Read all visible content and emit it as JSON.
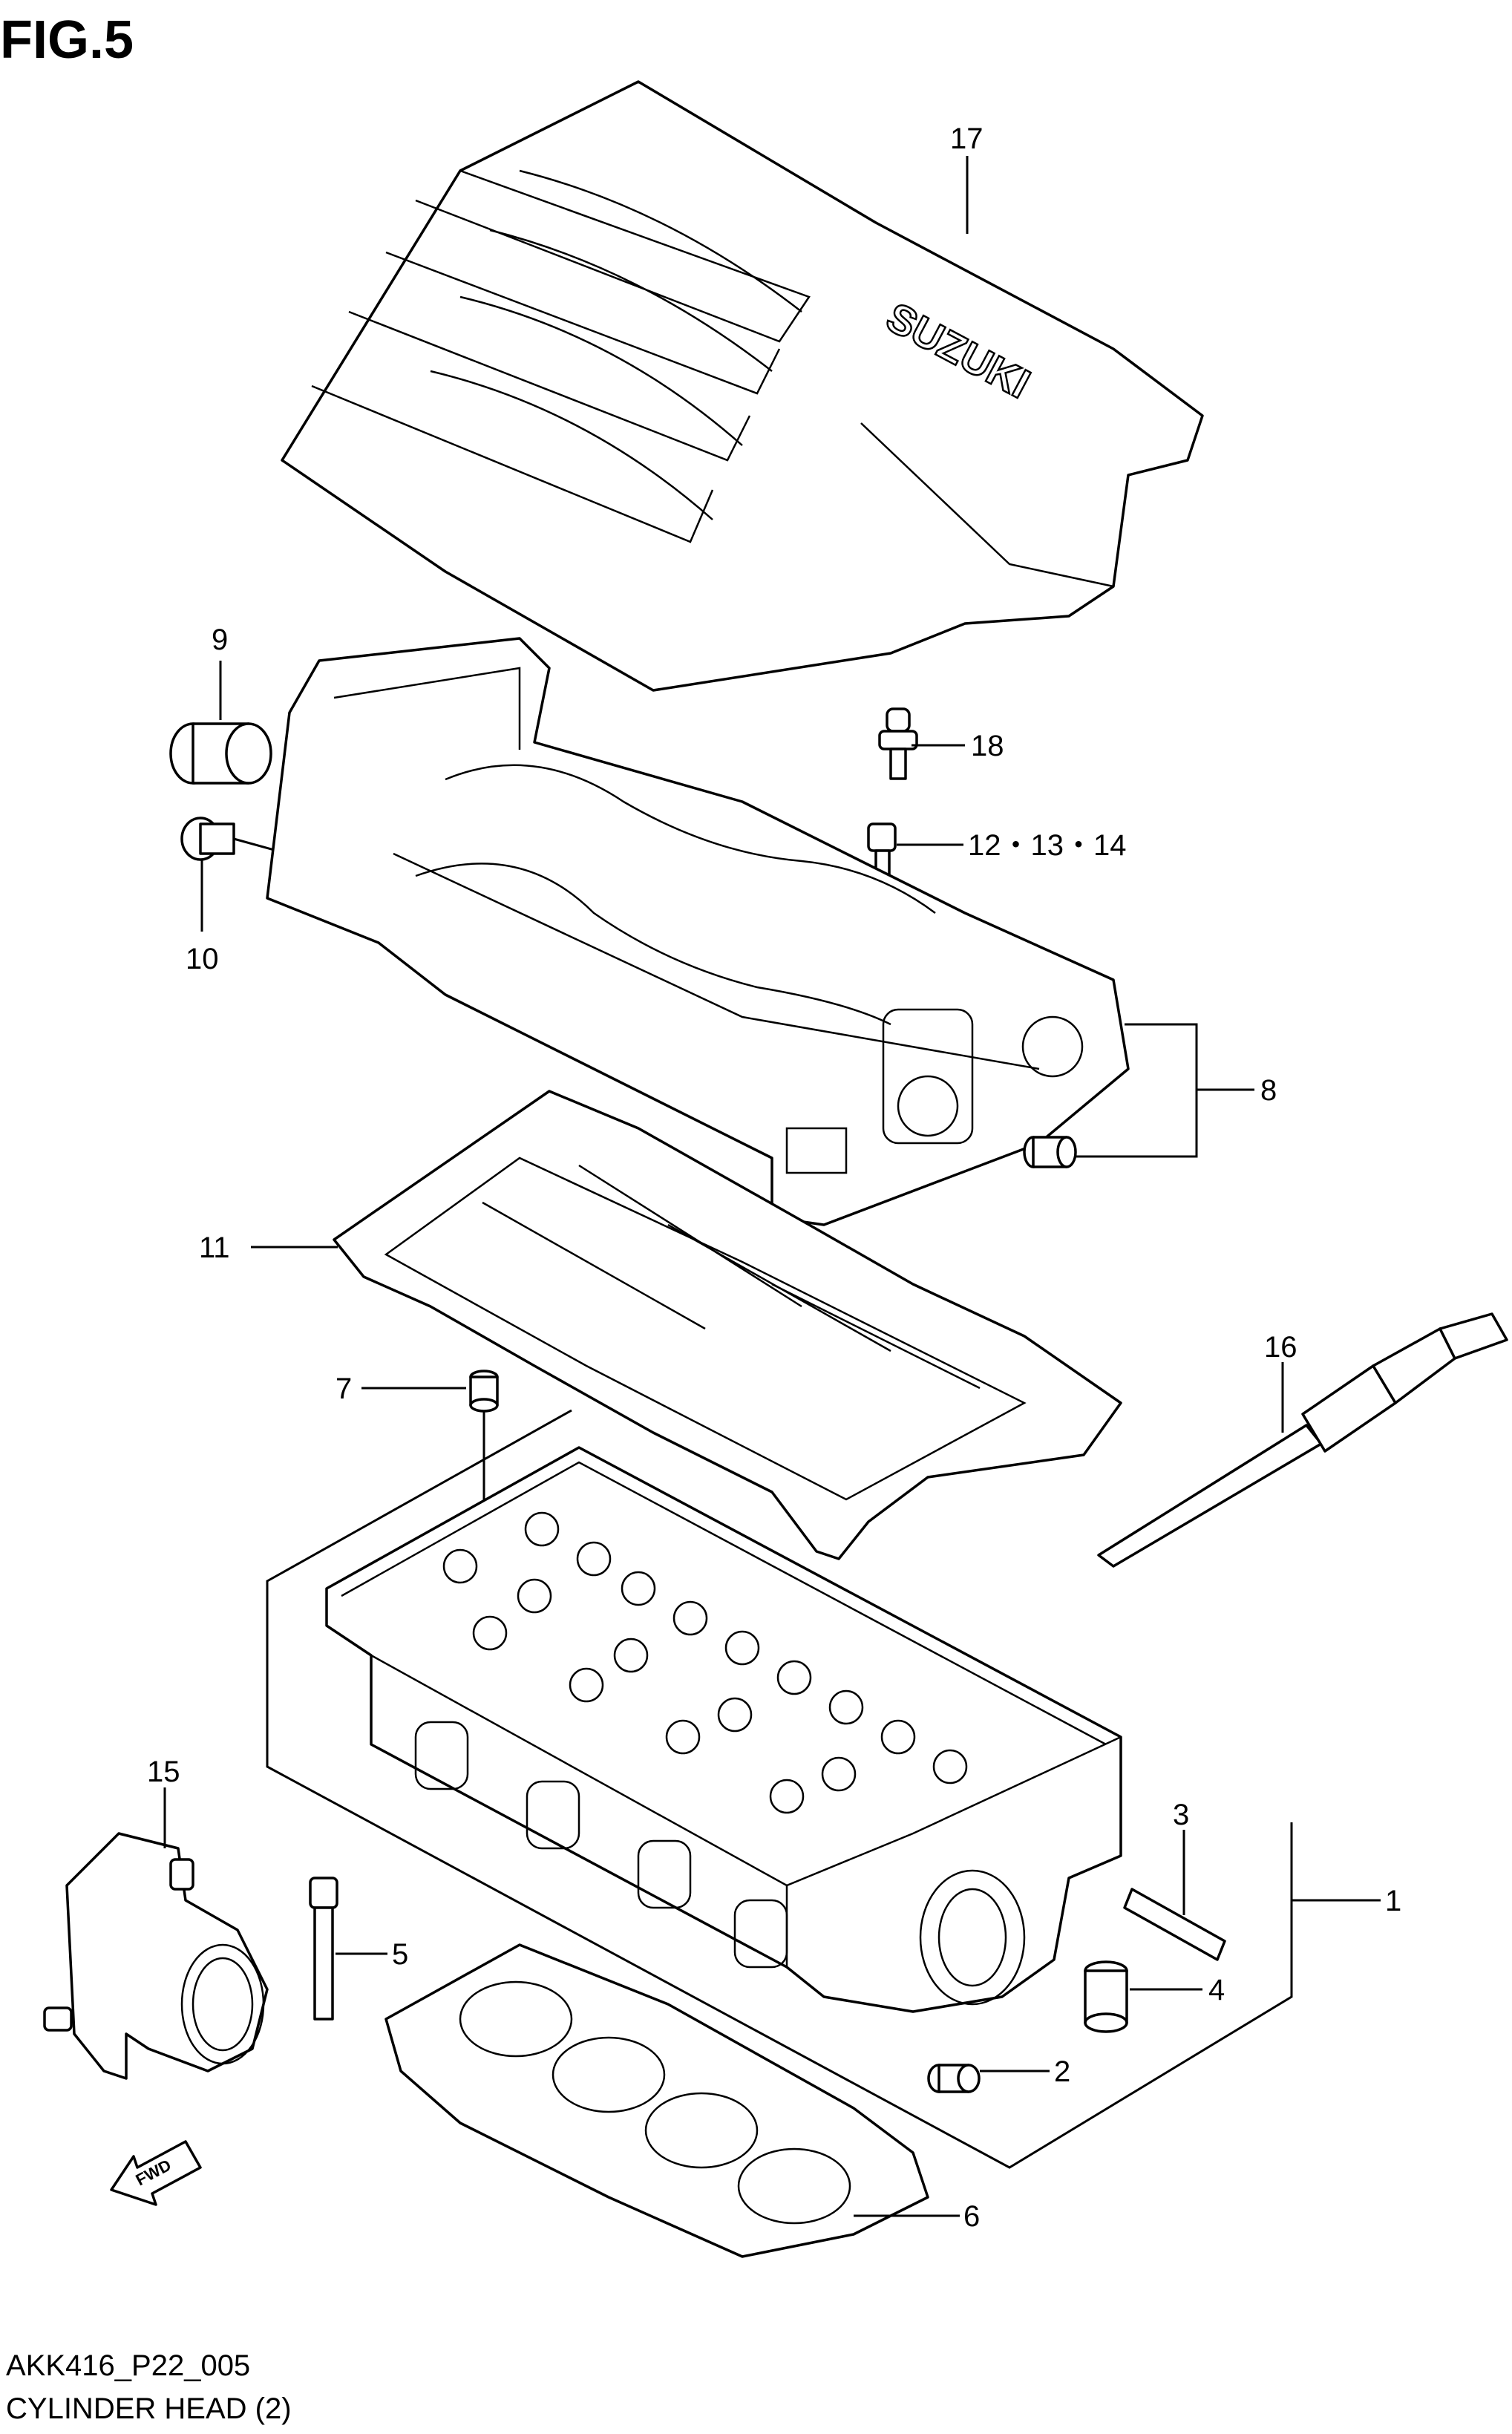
{
  "figure": {
    "title": "FIG.5",
    "code": "AKK416_P22_005",
    "caption": "CYLINDER HEAD (2)",
    "fwd": "FWD",
    "brand_mark": "SUZUKI"
  },
  "callouts": {
    "c1": "1",
    "c2": "2",
    "c3": "3",
    "c4": "4",
    "c5": "5",
    "c6": "6",
    "c7": "7",
    "c8": "8",
    "c9": "9",
    "c10": "10",
    "c11": "11",
    "c12": "12・13・14",
    "c15": "15",
    "c16": "16",
    "c17": "17",
    "c18": "18"
  }
}
